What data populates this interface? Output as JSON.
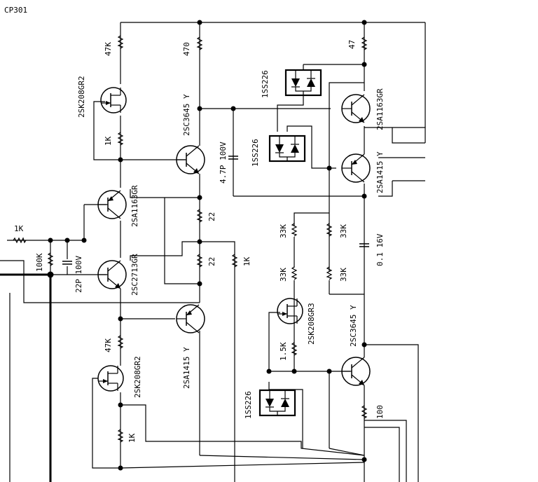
{
  "title": "CP301",
  "resistors": {
    "r_in": "1K",
    "r_100k": "100K",
    "r_47k_top": "47K",
    "r_1k_gate": "1K",
    "r_470": "470",
    "r_47": "47",
    "r_22_a": "22",
    "r_22_b": "22",
    "r_1k_mid": "1K",
    "r_33k_a": "33K",
    "r_33k_b": "33K",
    "r_33k_c": "33K",
    "r_33k_d": "33K",
    "r_47k_low": "47K",
    "r_1k_low": "1K",
    "r_1_5k": "1.5K",
    "r_100": "100"
  },
  "capacitors": {
    "c_22p": "22P 100V",
    "c_4_7p": "4.7P 100V",
    "c_0_1": "0.1 16V"
  },
  "semiconductors": {
    "q_2sk208gr2_top": "2SK208GR2",
    "q_2sc3645_top": "2SC3645 Y",
    "q_2sa1163gr_left": "2SA1163GR",
    "q_2sc2713gr": "2SC2713GR",
    "q_2sa1415_left": "2SA1415 Y",
    "q_2sk208gr2_low": "2SK208GR2",
    "q_2sa1163gr_right": "2SA1163GR",
    "q_2sa1415_right": "2SA1415 Y",
    "q_2sk208gr3": "2SK208GR3",
    "q_2sc3645_low": "2SC3645 Y",
    "d_1ss226_a": "1SS226",
    "d_1ss226_b": "1SS226",
    "d_1ss226_c": "1SS226"
  }
}
